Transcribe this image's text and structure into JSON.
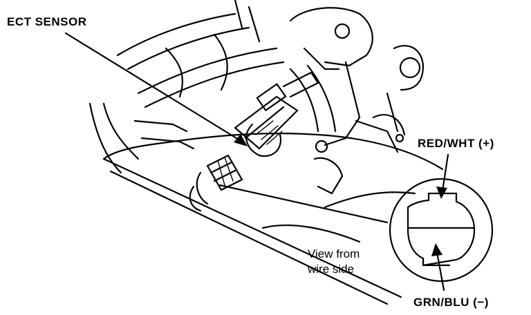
{
  "labels": {
    "ect_sensor": "ECT SENSOR",
    "red_wht": "RED/WHT (+)",
    "grn_blu": "GRN/BLU (−)",
    "view_line1": "View from",
    "view_line2": "wire side"
  },
  "colors": {
    "ink": "#000000",
    "paper": "#ffffff"
  }
}
